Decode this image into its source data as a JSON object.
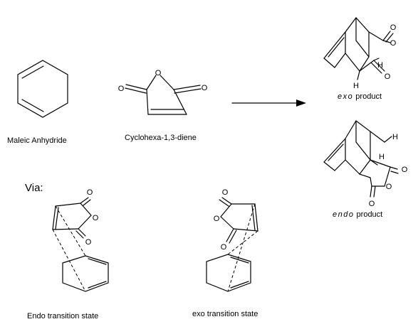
{
  "labels": {
    "left_molecule": "Maleic Anhydride",
    "right_molecule": "Cyclohexa-1,3-diene",
    "via": "Via:",
    "endo_ts": "Endo transition state",
    "exo_ts": "exo transition state",
    "exo_product_prefix": "exo",
    "exo_product_suffix": " product",
    "endo_product_prefix": "endo",
    "endo_product_suffix": " product"
  },
  "atoms": {
    "oxygen": "O",
    "hydrogen": "H"
  }
}
